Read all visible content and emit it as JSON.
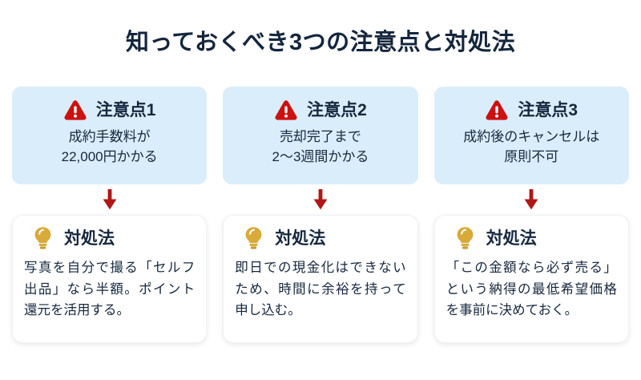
{
  "title": "知っておくべき3つの注意点と対処法",
  "colors": {
    "title_text": "#14263d",
    "warning_card_bg": "#daedfa",
    "warning_icon": "#cc1111",
    "bulb_icon": "#d9a93a",
    "arrow": "#b01717",
    "body_text": "#16283f",
    "solution_card_bg": "#ffffff"
  },
  "columns": [
    {
      "warning": {
        "icon": "warning-triangle-icon",
        "title": "注意点1",
        "body": "成約手数料が\n22,000円かかる"
      },
      "connector": {
        "icon": "arrow-down-icon"
      },
      "solution": {
        "icon": "lightbulb-icon",
        "title": "対処法",
        "body": "写真を自分で撮る「セルフ出品」なら半額。ポイント還元を活用する。"
      }
    },
    {
      "warning": {
        "icon": "warning-triangle-icon",
        "title": "注意点2",
        "body": "売却完了まで\n2〜3週間かかる"
      },
      "connector": {
        "icon": "arrow-down-icon"
      },
      "solution": {
        "icon": "lightbulb-icon",
        "title": "対処法",
        "body": "即日での現金化はできないため、時間に余裕を持って申し込む。"
      }
    },
    {
      "warning": {
        "icon": "warning-triangle-icon",
        "title": "注意点3",
        "body": "成約後のキャンセルは\n原則不可"
      },
      "connector": {
        "icon": "arrow-down-icon"
      },
      "solution": {
        "icon": "lightbulb-icon",
        "title": "対処法",
        "body": "「この金額なら必ず売る」という納得の最低希望価格を事前に決めておく。"
      }
    }
  ]
}
